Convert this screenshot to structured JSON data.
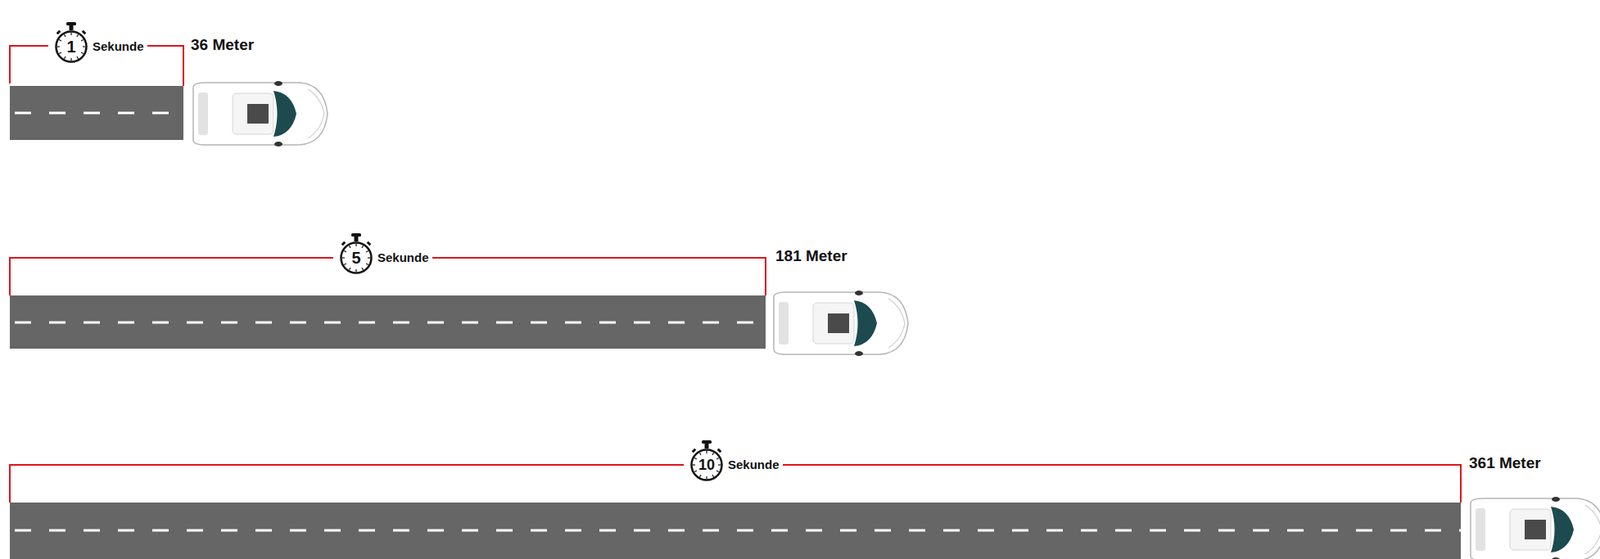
{
  "diagram": {
    "nodes": [
      {
        "text": [
          "1",
          "Sekunde"
        ]
      },
      {
        "text": [
          "5",
          "Sekunde"
        ]
      },
      {
        "text": [
          "10",
          "Sekunde"
        ]
      }
    ],
    "labels": [
      "36 Meter",
      "181 Meter",
      "361 Meter"
    ]
  }
}
